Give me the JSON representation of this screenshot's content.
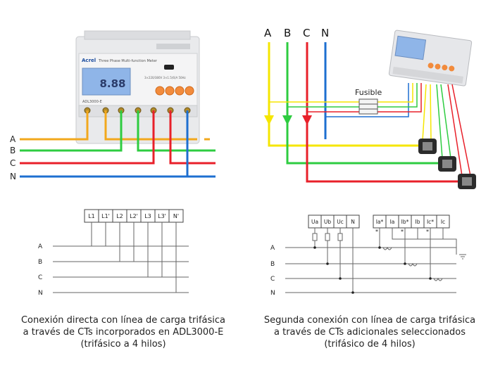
{
  "left_diagram": {
    "meter_brand": "Acrel",
    "meter_title": "Three Phase Multi-function Meter",
    "meter_model": "ADL3000-E",
    "meter_rating": "3×220/380V 3×1.5(6)A 50Hz",
    "meter_display": "8.88",
    "line_labels": [
      "A",
      "B",
      "C",
      "N"
    ],
    "terminal_labels": [
      "L1",
      "L1'",
      "L2",
      "L2'",
      "L3",
      "L3'",
      "N'"
    ],
    "schematic_lines": [
      "A",
      "B",
      "C",
      "N"
    ]
  },
  "right_diagram": {
    "line_labels": [
      "A",
      "B",
      "C",
      "N"
    ],
    "fuse_label": "Fusible",
    "voltage_terminals": [
      "Ua",
      "Ub",
      "Uc",
      "N"
    ],
    "current_terminals": [
      "Ia*",
      "Ia",
      "Ib*",
      "Ib",
      "Ic*",
      "Ic"
    ],
    "schematic_lines": [
      "A",
      "B",
      "C",
      "N"
    ]
  },
  "captions": {
    "left": [
      "Conexión directa con línea de carga trifásica",
      "a través de CTs incorporados en ADL3000-E",
      "(trifásico a 4 hilos)"
    ],
    "right": [
      "Segunda conexión con línea de carga trifásica",
      "a través de CTs adicionales seleccionados",
      "(trifásico de 4 hilos)"
    ]
  },
  "colors": {
    "A": "#f2a81d",
    "B": "#2ecc40",
    "C": "#e8202a",
    "N": "#1e6fd0",
    "A_right": "#f5e600"
  }
}
